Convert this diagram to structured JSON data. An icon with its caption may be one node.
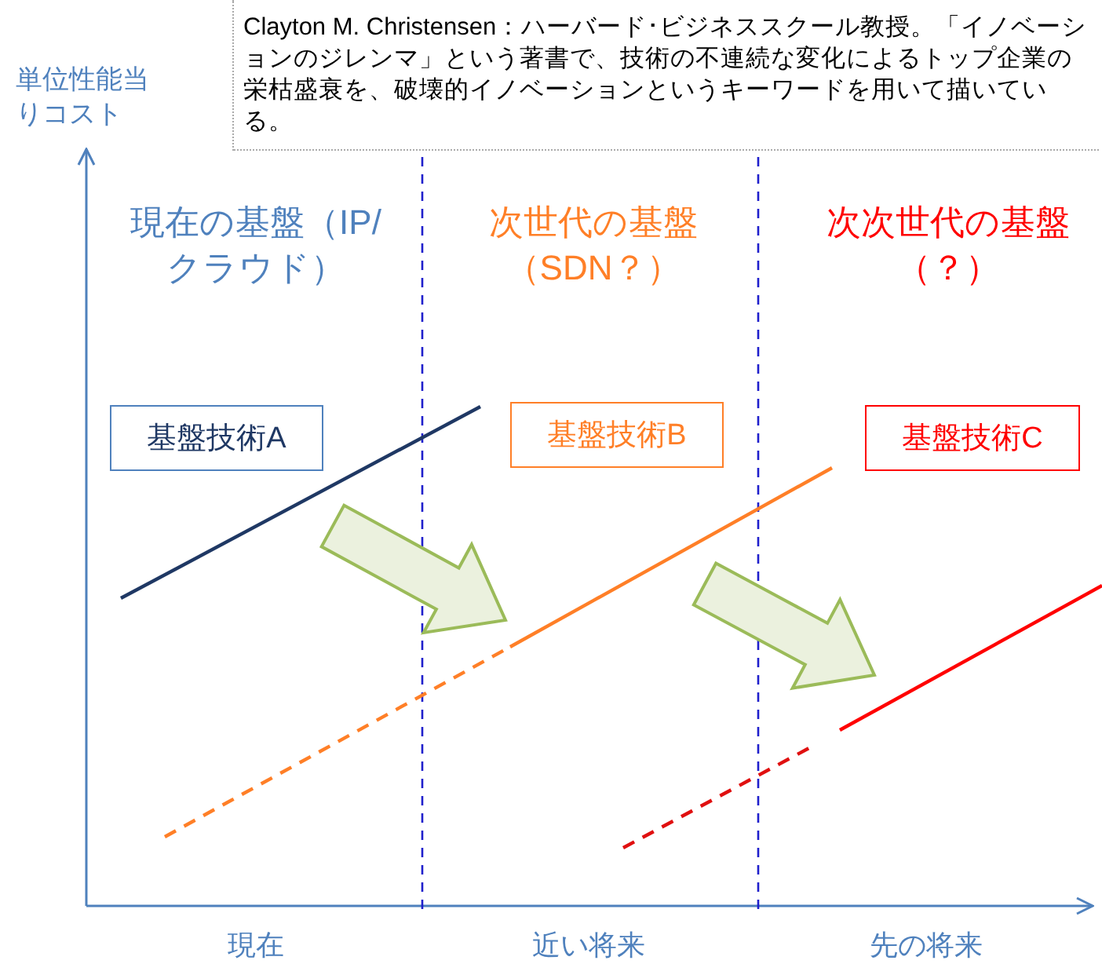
{
  "diagram": {
    "nodes": [
      {
        "text": [
          "基盤技術A"
        ]
      },
      {
        "text": [
          "基盤技術B"
        ]
      },
      {
        "text": [
          "基盤技術C"
        ]
      }
    ],
    "edges": [],
    "labels": [
      "Clayton M. Christensen：ハーバード･ビジネススクール教授。「イノベーションのジレンマ」という著書で、技術の不連続な変化によるトップ企業の栄枯盛衰を、破壊的イノベーションというキーワードを用いて描いている。",
      "単位性能当りコスト",
      "現在の基盤（IP/クラウド）",
      "次世代の基盤（SDN？）",
      "次次世代の基盤（？）",
      "現在",
      "近い将来",
      "先の将来"
    ]
  }
}
